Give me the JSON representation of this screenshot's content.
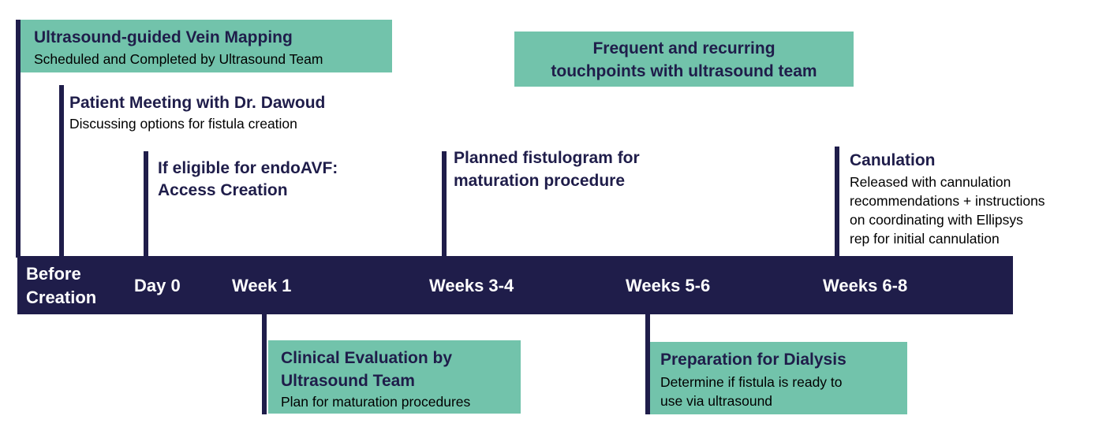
{
  "top_callouts": {
    "vein_mapping": {
      "title": "Ultrasound-guided Vein Mapping",
      "subtitle": "Scheduled and Completed by Ultrasound Team"
    },
    "touchpoints": {
      "line1": "Frequent and recurring",
      "line2": "touchpoints with ultrasound team"
    }
  },
  "events_above": {
    "patient_meeting": {
      "title": "Patient Meeting with Dr. Dawoud",
      "subtitle": "Discussing options for fistula creation"
    },
    "access_creation": {
      "line1": "If eligible for endoAVF:",
      "line2": "Access Creation"
    },
    "fistulogram": {
      "line1": "Planned fistulogram for",
      "line2": "maturation procedure"
    },
    "canulation": {
      "title": "Canulation",
      "lines": [
        "Released with cannulation",
        "recommendations + instructions",
        "on coordinating with Ellipsys",
        "rep for initial cannulation"
      ]
    }
  },
  "timeline": {
    "stages": [
      {
        "line1": "Before",
        "line2": "Creation"
      },
      {
        "label": "Day 0"
      },
      {
        "label": "Week 1"
      },
      {
        "label": "Weeks 3-4"
      },
      {
        "label": "Weeks 5-6"
      },
      {
        "label": "Weeks 6-8"
      }
    ]
  },
  "events_below": {
    "clinical_evaluation": {
      "line1": "Clinical Evaluation by",
      "line2": "Ultrasound Team",
      "subtitle": "Plan for maturation procedures"
    },
    "dialysis_prep": {
      "title": "Preparation for Dialysis",
      "line1": "Determine if fistula is ready to",
      "line2": "use via ultrasound"
    }
  },
  "colors": {
    "navy": "#1f1d4a",
    "teal": "#72c3ab",
    "white": "#ffffff"
  }
}
